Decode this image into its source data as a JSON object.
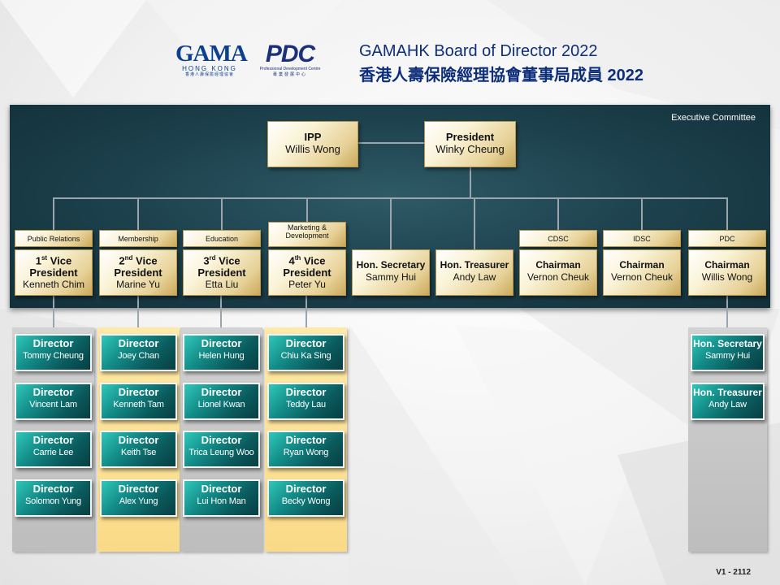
{
  "header": {
    "logo_gama": {
      "mark": "GAMA",
      "sub": "HONG KONG",
      "sub2": "香港人壽保險經理協會"
    },
    "logo_pdc": {
      "mark": "PDC",
      "sub": "Professional Development Centre",
      "sub2": "專業發展中心"
    },
    "title_en": "GAMAHK Board of Director 2022",
    "title_zh": "香港人壽保險經理協會董事局成員  2022"
  },
  "band_label": "Executive Committee",
  "top": {
    "ipp": {
      "role": "IPP",
      "name": "Willis Wong"
    },
    "president": {
      "role": "President",
      "name": "Winky Cheung"
    }
  },
  "officers": [
    {
      "tag": "Public Relations",
      "role_pre": "1",
      "role_sup": "st",
      "role_line1": " Vice",
      "role_line2": "President",
      "name": "Kenneth  Chim"
    },
    {
      "tag": "Membership",
      "role_pre": "2",
      "role_sup": "nd",
      "role_line1": " Vice",
      "role_line2": "President",
      "name": "Marine Yu"
    },
    {
      "tag": "Education",
      "role_pre": "3",
      "role_sup": "rd",
      "role_line1": " Vice",
      "role_line2": "President",
      "name": "Etta Liu"
    },
    {
      "tag": "Marketing & Development",
      "role_pre": "4",
      "role_sup": "th",
      "role_line1": " Vice",
      "role_line2": "President",
      "name": "Peter Yu"
    },
    {
      "role": "Hon. Secretary",
      "name": "Sammy Hui"
    },
    {
      "role": "Hon. Treasurer",
      "name": "Andy Law"
    },
    {
      "tag": "CDSC",
      "role": "Chairman",
      "name": "Vernon Cheuk"
    },
    {
      "tag": "IDSC",
      "role": "Chairman",
      "name": "Vernon Cheuk"
    },
    {
      "tag": "PDC",
      "role": "Chairman",
      "name": "Willis  Wong"
    }
  ],
  "columns": [
    {
      "items": [
        {
          "role": "Director",
          "name": "Tommy  Cheung"
        },
        {
          "role": "Director",
          "name": "Vincent  Lam"
        },
        {
          "role": "Director",
          "name": "Carrie  Lee"
        },
        {
          "role": "Director",
          "name": "Solomon  Yung"
        }
      ]
    },
    {
      "items": [
        {
          "role": "Director",
          "name": "Joey  Chan"
        },
        {
          "role": "Director",
          "name": "Kenneth  Tam"
        },
        {
          "role": "Director",
          "name": "Keith  Tse"
        },
        {
          "role": "Director",
          "name": "Alex  Yung"
        }
      ]
    },
    {
      "items": [
        {
          "role": "Director",
          "name": "Helen  Hung"
        },
        {
          "role": "Director",
          "name": "Lionel  Kwan"
        },
        {
          "role": "Director",
          "name": "Trica Leung Woo"
        },
        {
          "role": "Director",
          "name": "Lui Hon  Man"
        }
      ]
    },
    {
      "items": [
        {
          "role": "Director",
          "name": "Chiu  Ka Sing"
        },
        {
          "role": "Director",
          "name": "Teddy  Lau"
        },
        {
          "role": "Director",
          "name": "Ryan  Wong"
        },
        {
          "role": "Director",
          "name": "Becky  Wong"
        }
      ]
    },
    {
      "items": [
        {
          "role": "Hon. Secretary",
          "name": "Sammy  Hui"
        },
        {
          "role": "Hon. Treasurer",
          "name": "Andy  Law"
        }
      ]
    }
  ],
  "version": "V1 - 2112",
  "colors": {
    "band": "#1b3f4b",
    "teal": "#0a5a5c",
    "gold": "#e6d197",
    "title": "#0d2e7a",
    "column_yellow": "#f9da88",
    "column_gray": "#c8c8c8"
  }
}
